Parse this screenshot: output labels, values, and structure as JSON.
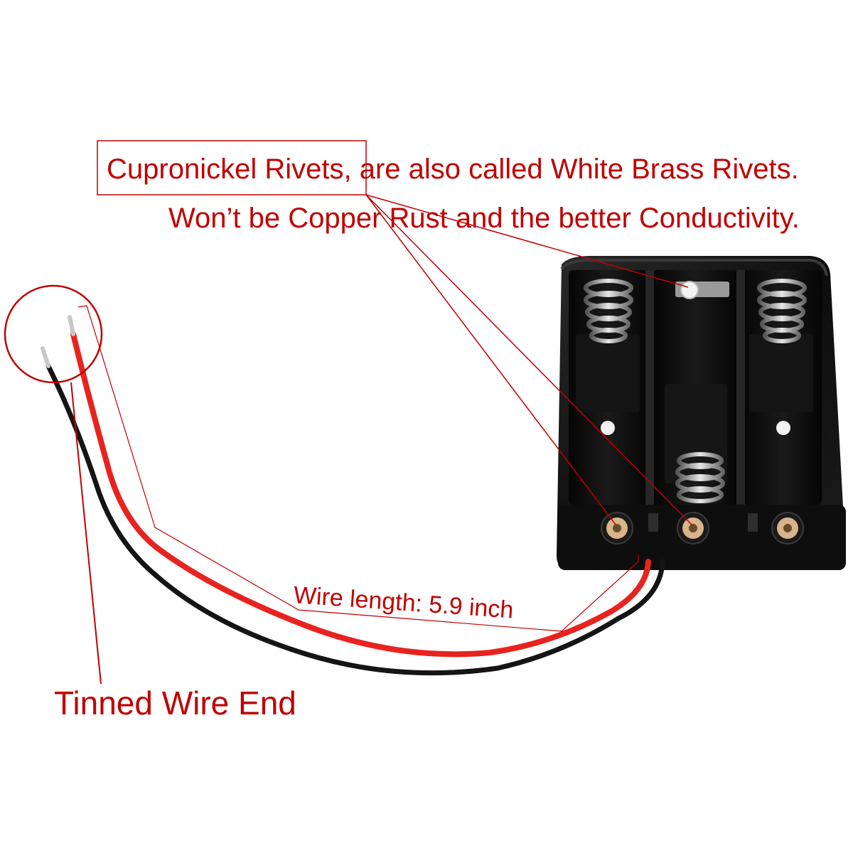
{
  "annotations": {
    "rivets_label": "Cupronickel Rivets,",
    "rivets_rest": "are also called White Brass Rivets.",
    "conductivity": "Won’t be Copper Rust and the better Conductivity.",
    "wire_length": "Wire length: 5.9 inch",
    "tinned_end": "Tinned Wire End"
  },
  "colors": {
    "annotation": "#c00000",
    "holder": "#111111",
    "red_wire": "#e8231f",
    "black_wire": "#151515",
    "rivet": "#d9b48a"
  }
}
